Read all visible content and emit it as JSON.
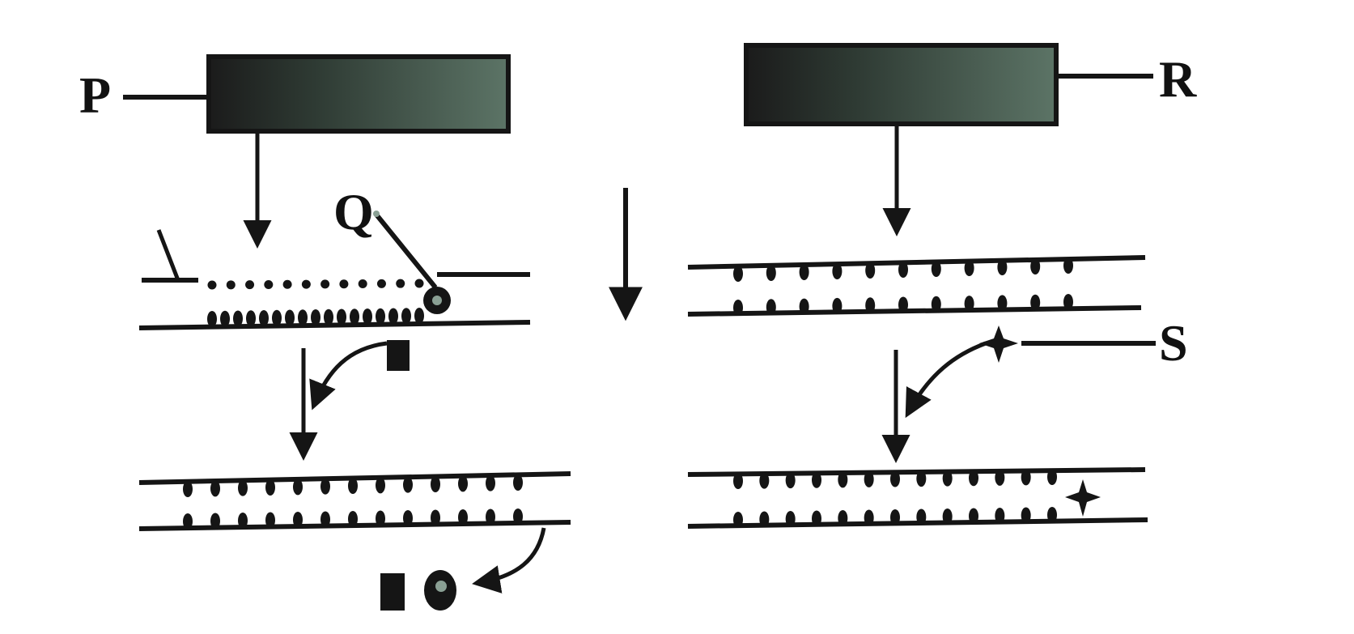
{
  "labels": {
    "p": "P",
    "q": "Q",
    "r": "R",
    "s": "S"
  },
  "colors": {
    "ink": "#151515",
    "background": "#ffffff",
    "box_dark": "#1b1b1b",
    "box_light": "#5c7466"
  },
  "icons": {
    "enzyme_block": "dark-rectangle",
    "nucleotide": "rounded-bump",
    "damaged_site": "ringed-dot",
    "excised_fragment": "filled-square",
    "correct_base": "four-point-star"
  }
}
